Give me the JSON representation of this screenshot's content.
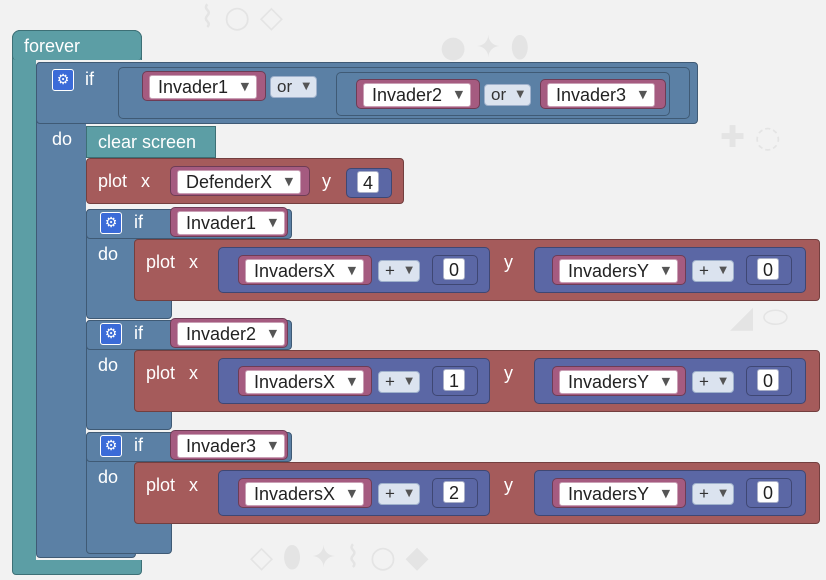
{
  "blocks": {
    "forever_label": "forever",
    "do_label": "do",
    "if_label": "if",
    "or_label": "or",
    "clear_screen_label": "clear screen",
    "plot_label": "plot",
    "x_label": "x",
    "y_label": "y",
    "plus_label": "+"
  },
  "outer_if": {
    "cond1": "Invader1",
    "cond2": "Invader2",
    "cond3": "Invader3"
  },
  "defender_plot": {
    "x_var": "DefenderX",
    "y_value": "4"
  },
  "inner_ifs": [
    {
      "cond": "Invader1",
      "x_var": "InvadersX",
      "x_add": "0",
      "y_var": "InvadersY",
      "y_add": "0"
    },
    {
      "cond": "Invader2",
      "x_var": "InvadersX",
      "x_add": "1",
      "y_var": "InvadersY",
      "y_add": "0"
    },
    {
      "cond": "Invader3",
      "x_var": "InvadersX",
      "x_add": "2",
      "y_var": "InvadersY",
      "y_add": "0"
    }
  ],
  "colors": {
    "loop": "#5c9ea5",
    "logic": "#5b80a5",
    "led": "#a55b5b",
    "variable": "#a55b80",
    "math": "#5b67a5",
    "mutator": "#3b6bd8"
  },
  "icons": {
    "mutator": "gear-icon",
    "dropdown": "triangle-down-icon"
  }
}
